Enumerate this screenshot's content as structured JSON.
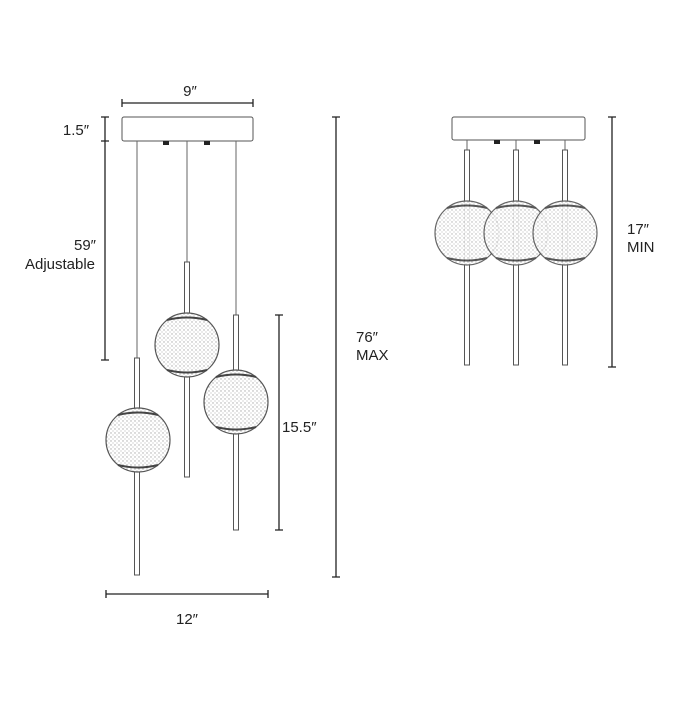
{
  "title": "Pendant light dimension diagram",
  "colors": {
    "line": "#222222",
    "part": "#555555",
    "texture": "#999999"
  },
  "labels": {
    "canopy_width": "9″",
    "canopy_height": "1.5″",
    "cord_length": "59″",
    "cord_note": "Adjustable",
    "max_height": "76″",
    "max_note": "MAX",
    "pendant_height": "15.5″",
    "spread_width": "12″",
    "min_height": "17″",
    "min_note": "MIN"
  }
}
